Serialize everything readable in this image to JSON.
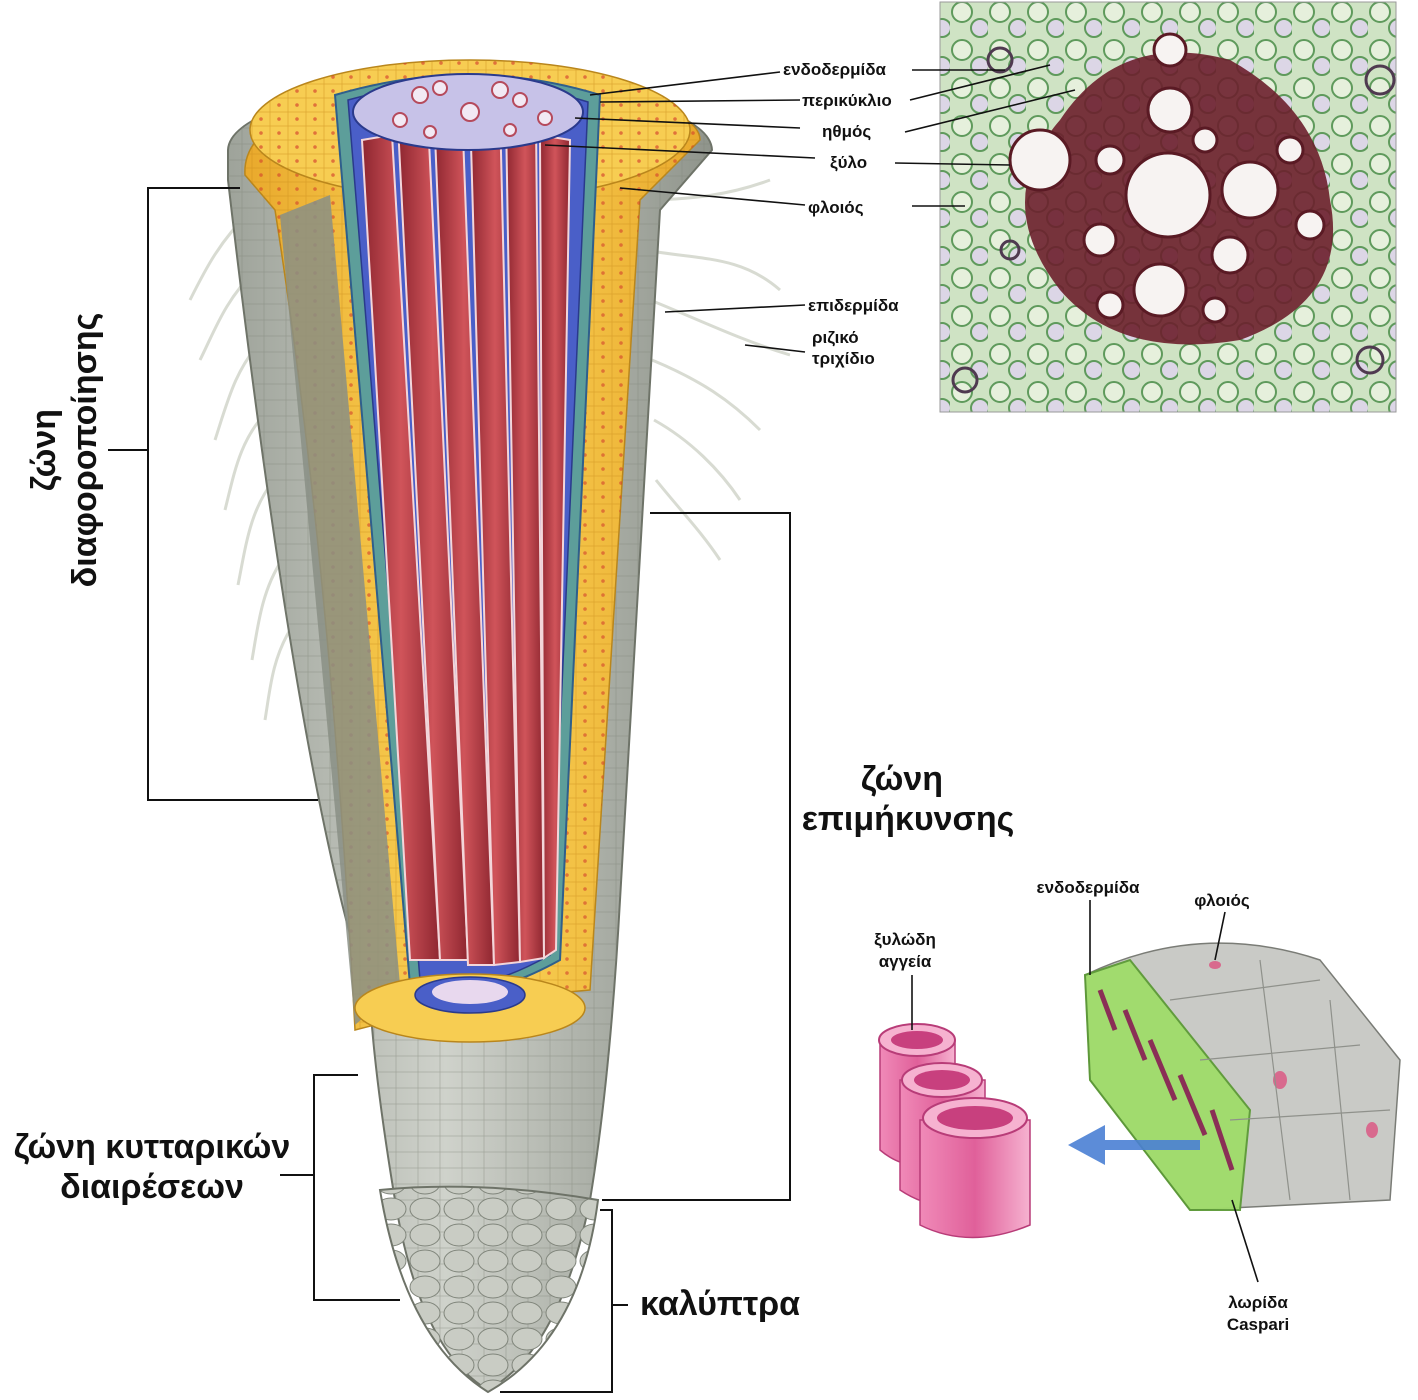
{
  "inset_labels": {
    "endodermis": "ενδοδερμίδα",
    "pericycle": "περικύκλιο",
    "phloem": "ηθμός",
    "xylem": "ξύλο",
    "cortex": "φλοιός",
    "epidermis": "επιδερμίδα",
    "root_hair_line1": "ριζικό",
    "root_hair_line2": "τριχίδιο"
  },
  "zones": {
    "differentiation_line1": "ζώνη",
    "differentiation_line2": "διαφοροποίησης",
    "elongation_line1": "ζώνη",
    "elongation_line2": "επιμήκυνσης",
    "cell_division_line1": "ζώνη κυτταρικών",
    "cell_division_line2": "διαιρέσεων",
    "root_cap": "καλύπτρα"
  },
  "detail_labels": {
    "xylem_vessels_line1": "ξυλώδη",
    "xylem_vessels_line2": "αγγεία",
    "endodermis": "ενδοδερμίδα",
    "cortex": "φλοιός",
    "caspary_line1": "λωρίδα",
    "caspary_line2": "Caspari"
  },
  "colors": {
    "cortex_yellow": "#f4c542",
    "xylem_red": "#c4424a",
    "phloem_blue": "#4a5fc8",
    "epidermis_gray": "#b9bdb4",
    "micrograph_green": "#8fbf8a",
    "vessel_pink": "#e0609a",
    "endodermis_green": "#9fdc6a"
  }
}
